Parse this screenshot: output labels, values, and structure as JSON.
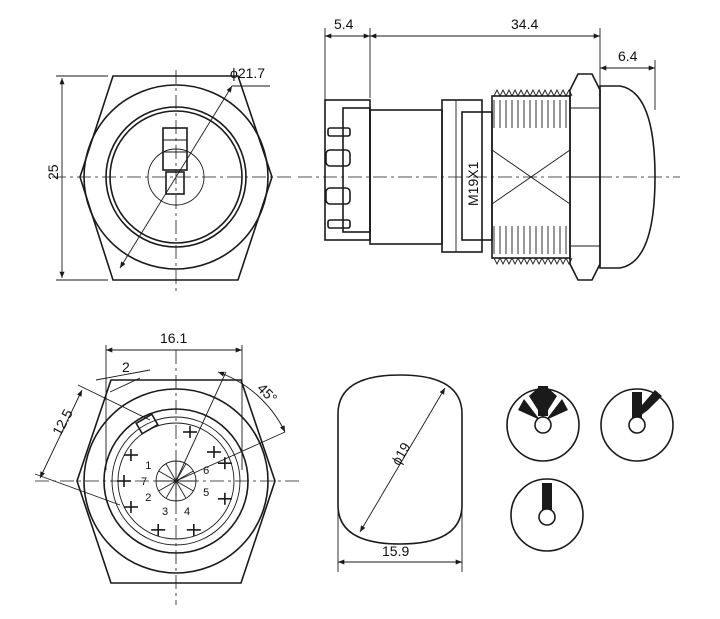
{
  "top_view": {
    "height_label": "25",
    "diameter_label": "ϕ21.7"
  },
  "side_view": {
    "terminal_label": "5.4",
    "length_label": "34.4",
    "cap_label": "6.4",
    "thread_label": "M19X1"
  },
  "bottom_view": {
    "width_label": "16.1",
    "pin_pitch_label": "2",
    "height_label": "12.5",
    "angle_label": "45°",
    "pin_numbers": [
      "1",
      "2",
      "3",
      "4",
      "5",
      "6",
      "7"
    ]
  },
  "cutout": {
    "diameter_label": "ϕ19",
    "width_label": "15.9"
  },
  "colors": {
    "line": "#1a1a1a",
    "background": "#ffffff"
  }
}
